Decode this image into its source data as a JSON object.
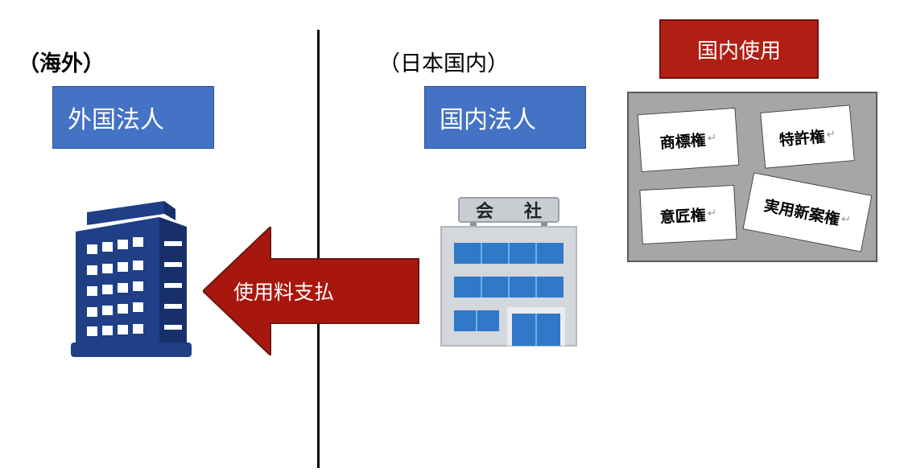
{
  "regions": {
    "overseas": "（海外）",
    "domestic": "（日本国内）"
  },
  "entities": {
    "foreign_corporation": "外国法人",
    "domestic_corporation": "国内法人"
  },
  "domestic_use": "国内使用",
  "ip_rights": {
    "trademark": "商標権",
    "patent": "特許権",
    "design": "意匠権",
    "utility_model": "実用新案権",
    "paragraph_mark": "↵"
  },
  "company_sign": [
    "会",
    "社"
  ],
  "payment_arrow": "使用料支払",
  "colors": {
    "entity_box": "#4472c4",
    "domestic_use_box": "#b11e13",
    "arrow": "#a8170d",
    "building_navy": "#1f3f86",
    "panel_gray": "#a6a6a6"
  },
  "icons": {
    "foreign_building": "office-building-icon",
    "domestic_company": "company-building-icon"
  }
}
